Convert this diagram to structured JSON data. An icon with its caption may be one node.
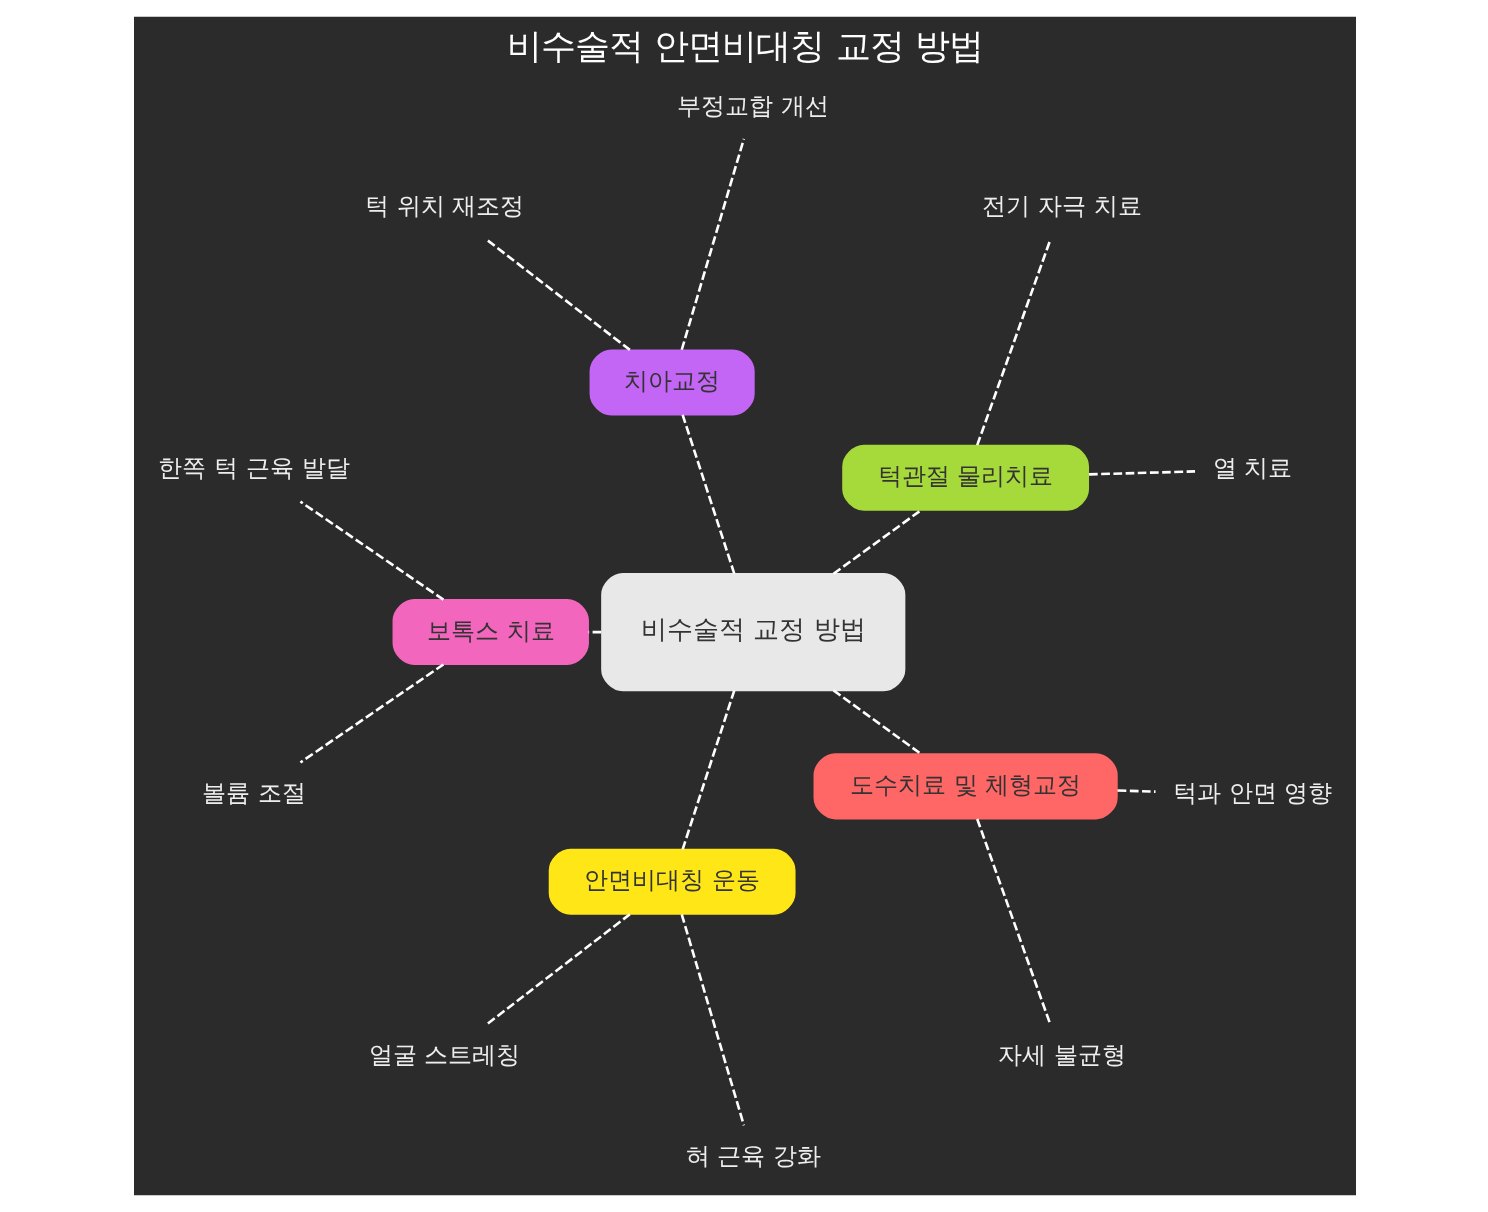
{
  "diagram": {
    "title": "비수술적 안면비대칭 교정 방법",
    "nodes": [
      {
        "text": [
          "비수술적 교정 방법"
        ]
      },
      {
        "text": [
          "턱관절 물리치료"
        ]
      },
      {
        "text": [
          "열 치료"
        ]
      },
      {
        "text": [
          "전기 자극 치료"
        ]
      },
      {
        "text": [
          "치아교정"
        ]
      },
      {
        "text": [
          "부정교합 개선"
        ]
      },
      {
        "text": [
          "턱 위치 재조정"
        ]
      },
      {
        "text": [
          "보톡스 치료"
        ]
      },
      {
        "text": [
          "한쪽 턱 근육 발달"
        ]
      },
      {
        "text": [
          "볼륨 조절"
        ]
      },
      {
        "text": [
          "안면비대칭 운동"
        ]
      },
      {
        "text": [
          "얼굴 스트레칭"
        ]
      },
      {
        "text": [
          "혀 근육 강화"
        ]
      },
      {
        "text": [
          "도수치료 및 체형교정"
        ]
      },
      {
        "text": [
          "자세 불균형"
        ]
      },
      {
        "text": [
          "턱과 안면 영향"
        ]
      }
    ],
    "edges": [
      {
        "from": 0,
        "to": 1,
        "arrow": "none",
        "style": "dashed"
      },
      {
        "from": 1,
        "to": 2,
        "arrow": "none",
        "style": "dashed"
      },
      {
        "from": 1,
        "to": 3,
        "arrow": "none",
        "style": "dashed"
      },
      {
        "from": 0,
        "to": 4,
        "arrow": "none",
        "style": "dashed"
      },
      {
        "from": 4,
        "to": 5,
        "arrow": "none",
        "style": "dashed"
      },
      {
        "from": 4,
        "to": 6,
        "arrow": "none",
        "style": "dashed"
      },
      {
        "from": 0,
        "to": 7,
        "arrow": "none",
        "style": "dashed"
      },
      {
        "from": 7,
        "to": 8,
        "arrow": "none",
        "style": "dashed"
      },
      {
        "from": 7,
        "to": 9,
        "arrow": "none",
        "style": "dashed"
      },
      {
        "from": 0,
        "to": 10,
        "arrow": "none",
        "style": "dashed"
      },
      {
        "from": 10,
        "to": 11,
        "arrow": "none",
        "style": "dashed"
      },
      {
        "from": 10,
        "to": 12,
        "arrow": "none",
        "style": "dashed"
      },
      {
        "from": 0,
        "to": 13,
        "arrow": "none",
        "style": "dashed"
      },
      {
        "from": 13,
        "to": 14,
        "arrow": "none",
        "style": "dashed"
      },
      {
        "from": 13,
        "to": 15,
        "arrow": "none",
        "style": "dashed"
      }
    ]
  }
}
